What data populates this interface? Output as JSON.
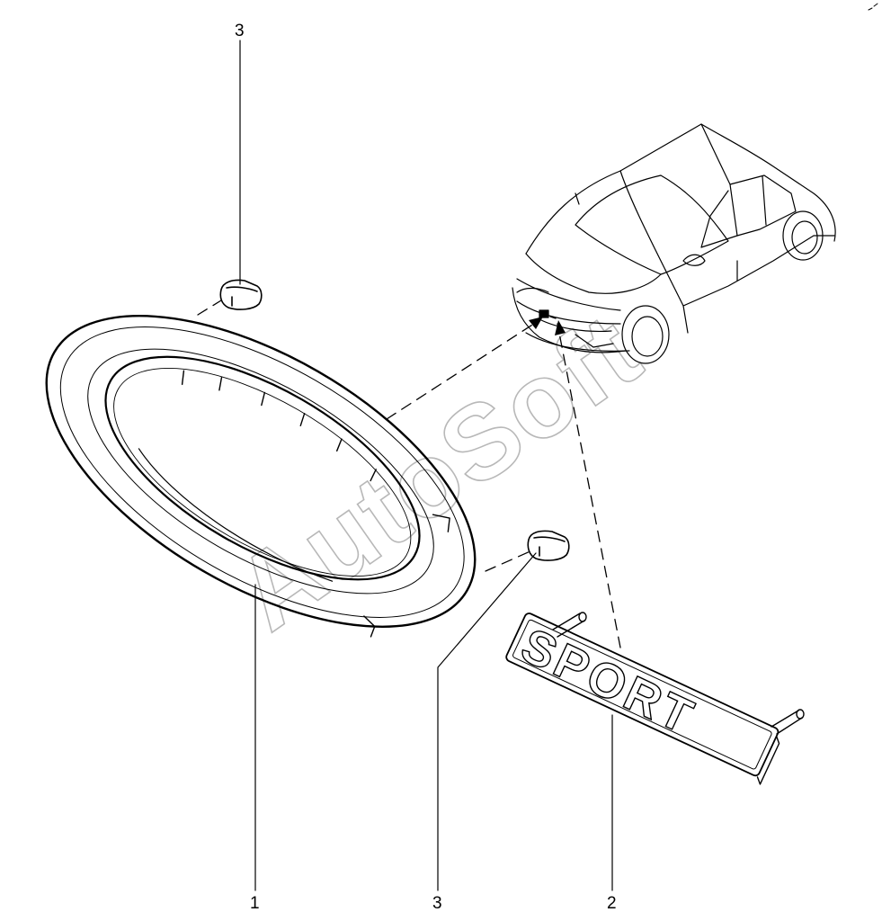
{
  "callouts": [
    {
      "id": "clip-top",
      "label": "3"
    },
    {
      "id": "frame",
      "label": "1"
    },
    {
      "id": "clip-bottom",
      "label": "3"
    },
    {
      "id": "badge",
      "label": "2"
    }
  ],
  "badge": {
    "text": "SPORT"
  },
  "watermark": {
    "text": "AutoSoft"
  }
}
